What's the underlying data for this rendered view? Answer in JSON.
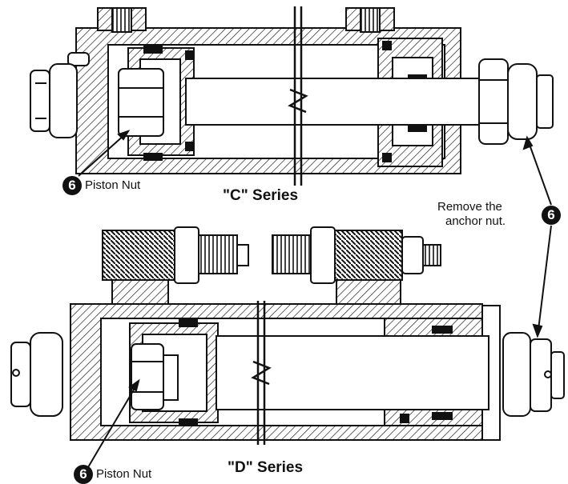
{
  "callout_number": "6",
  "c_series": {
    "title": "\"C\" Series",
    "piston_nut_label": "Piston Nut"
  },
  "d_series": {
    "title": "\"D\" Series",
    "piston_nut_label": "Piston Nut"
  },
  "anchor_note": {
    "line1": "Remove the",
    "line2": "anchor nut."
  },
  "colors": {
    "ink": "#111111",
    "paper": "#ffffff"
  }
}
